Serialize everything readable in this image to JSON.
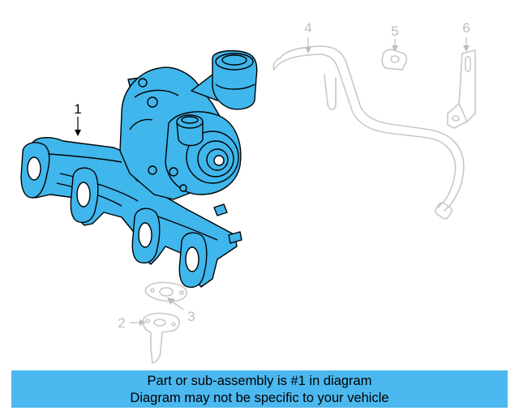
{
  "callouts": [
    {
      "id": "1",
      "label": "1"
    },
    {
      "id": "2",
      "label": "2"
    },
    {
      "id": "3",
      "label": "3"
    },
    {
      "id": "4",
      "label": "4"
    },
    {
      "id": "5",
      "label": "5"
    },
    {
      "id": "6",
      "label": "6"
    }
  ],
  "colors": {
    "highlight": "#4cb8f0",
    "part_fill": "#3fb6ec",
    "muted_line": "#c8c8c8",
    "outline": "#000000"
  },
  "banner": {
    "line1": "Part or sub-assembly is #1 in diagram",
    "line2": "Diagram may not be specific to your vehicle"
  }
}
